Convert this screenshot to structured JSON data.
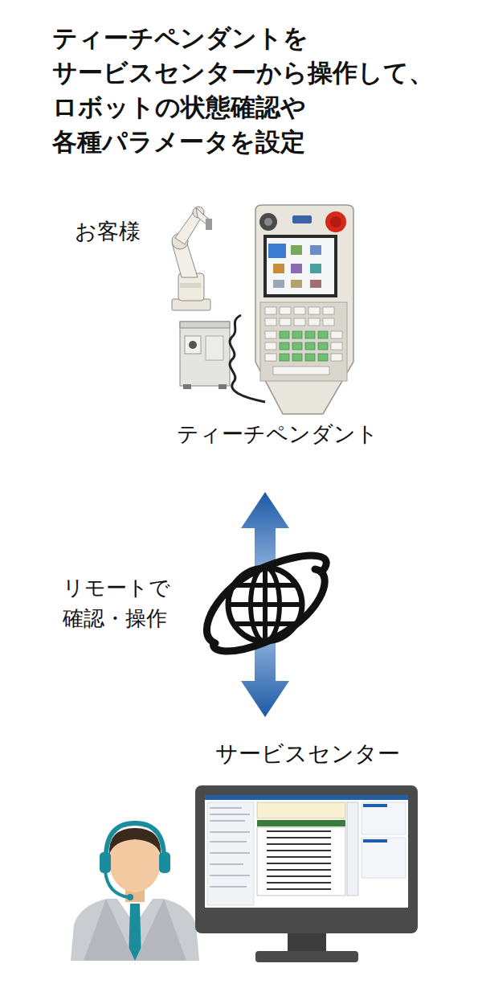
{
  "diagram": {
    "title": "ティーチペンダントを サービスセンターから操作して、 ロボットの状態確認や 各種パラメータを設定",
    "nodes": [
      {
        "text": [
          "ティーチペンダント"
        ]
      },
      {
        "text": [
          "サービスセンター"
        ]
      }
    ],
    "edges": [
      {
        "from": 0,
        "to": 1,
        "label": "リモートで 確認・操作",
        "arrow": "both"
      }
    ],
    "labels": [
      "お客様"
    ]
  }
}
